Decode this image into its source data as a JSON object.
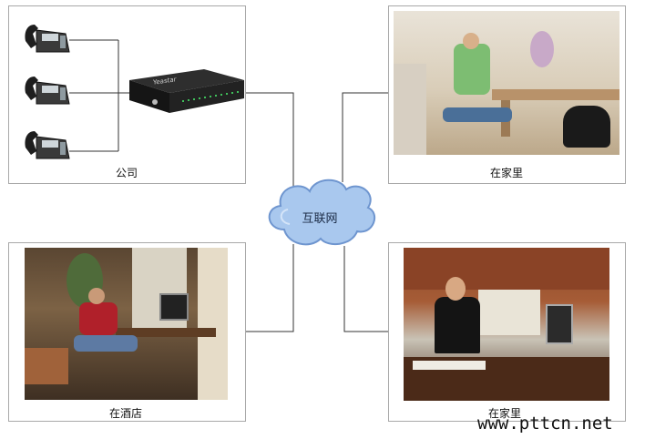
{
  "nodes": {
    "company": {
      "label": "公司"
    },
    "home_top": {
      "label": "在家里"
    },
    "hotel": {
      "label": "在酒店"
    },
    "home_bottom": {
      "label": "在家里"
    },
    "internet": {
      "label": "互联网"
    }
  },
  "device": {
    "brand": "Yeastar"
  },
  "watermark": "www.pttcn.net",
  "colors": {
    "line": "#333333",
    "panel_border": "#a8a8a8",
    "cloud_fill": "#a9c8ee",
    "cloud_stroke": "#6e95cf"
  }
}
